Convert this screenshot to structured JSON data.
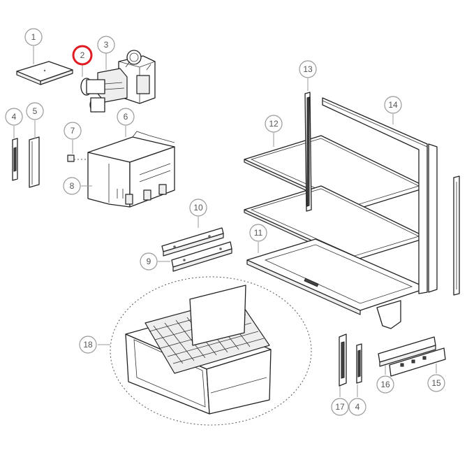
{
  "callouts": [
    {
      "id": "1",
      "label": "1",
      "highlighted": false
    },
    {
      "id": "2",
      "label": "2",
      "highlighted": true
    },
    {
      "id": "3",
      "label": "3",
      "highlighted": false
    },
    {
      "id": "4a",
      "label": "4",
      "highlighted": false
    },
    {
      "id": "5",
      "label": "5",
      "highlighted": false
    },
    {
      "id": "6",
      "label": "6",
      "highlighted": false
    },
    {
      "id": "7",
      "label": "7",
      "highlighted": false
    },
    {
      "id": "8",
      "label": "8",
      "highlighted": false
    },
    {
      "id": "9",
      "label": "9",
      "highlighted": false
    },
    {
      "id": "10",
      "label": "10",
      "highlighted": false
    },
    {
      "id": "11",
      "label": "11",
      "highlighted": false
    },
    {
      "id": "12",
      "label": "12",
      "highlighted": false
    },
    {
      "id": "13",
      "label": "13",
      "highlighted": false
    },
    {
      "id": "14",
      "label": "14",
      "highlighted": false
    },
    {
      "id": "15",
      "label": "15",
      "highlighted": false
    },
    {
      "id": "16",
      "label": "16",
      "highlighted": false
    },
    {
      "id": "17",
      "label": "17",
      "highlighted": false
    },
    {
      "id": "4b",
      "label": "4",
      "highlighted": false
    },
    {
      "id": "18",
      "label": "18",
      "highlighted": false
    }
  ],
  "colors": {
    "highlight": "#e01b22",
    "ring": "#9a9a9a",
    "line": "#222222"
  }
}
